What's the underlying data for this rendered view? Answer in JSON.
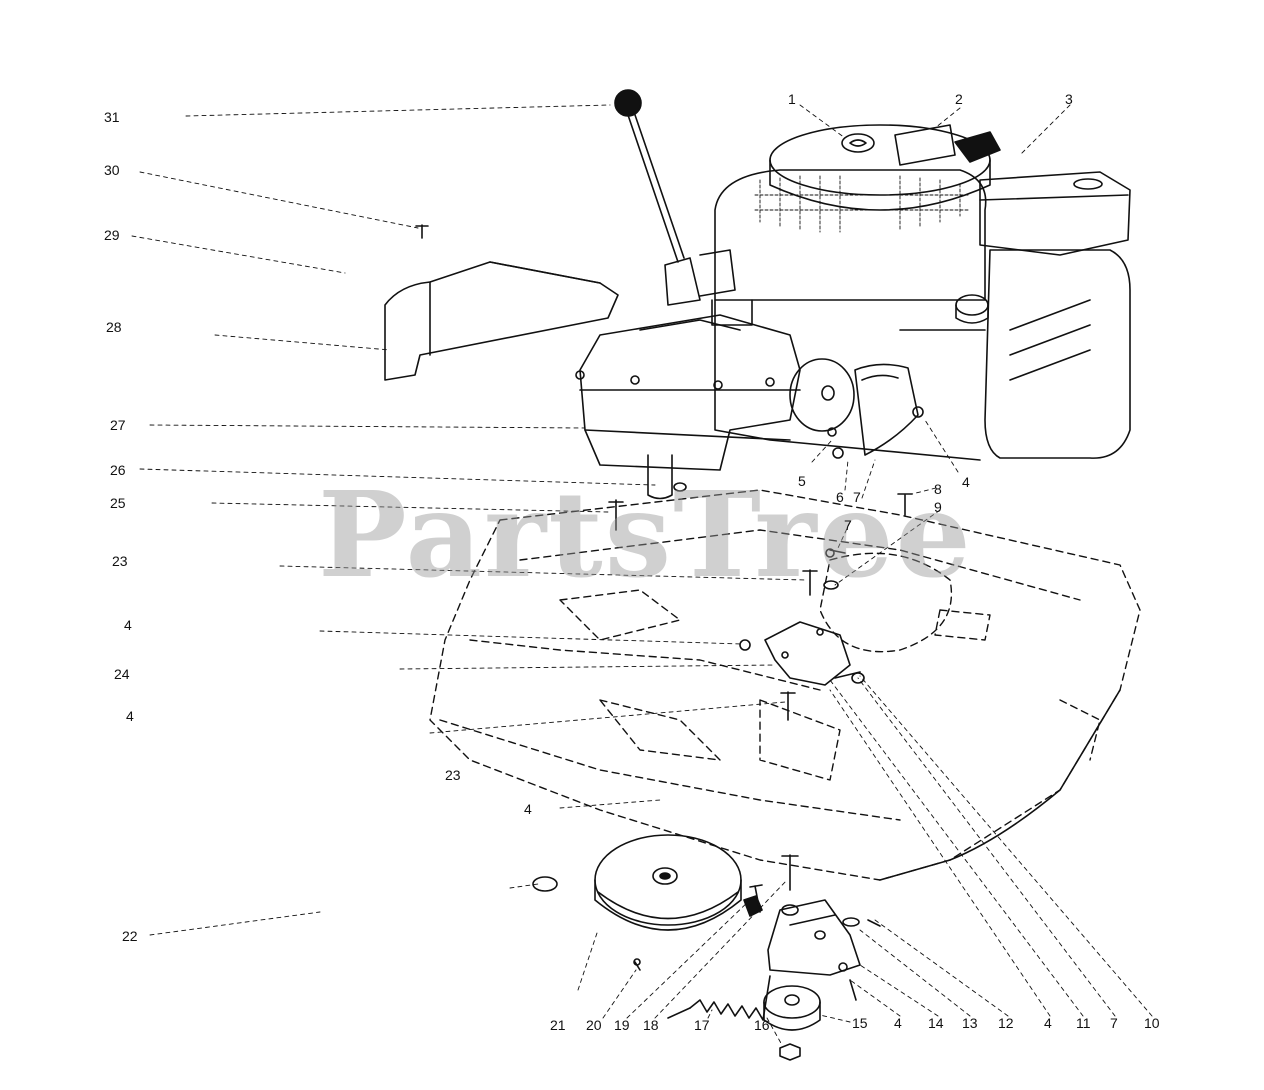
{
  "watermark": "PartsTree",
  "callouts": {
    "c1": "1",
    "c2": "2",
    "c3": "3",
    "c4a": "4",
    "c5": "5",
    "c6": "6",
    "c7a": "7",
    "c8": "8",
    "c9": "9",
    "c7b": "7",
    "c31": "31",
    "c30": "30",
    "c29": "29",
    "c28": "28",
    "c27": "27",
    "c26": "26",
    "c25": "25",
    "c23a": "23",
    "c4b": "4",
    "c24": "24",
    "c4c": "4",
    "c23b": "23",
    "c4d": "4",
    "c22": "22",
    "b21": "21",
    "b20": "20",
    "b19": "19",
    "b18": "18",
    "b17": "17",
    "b16": "16",
    "b15": "15",
    "b4": "4",
    "b14": "14",
    "b13": "13",
    "b12": "12",
    "b4b": "4",
    "b11": "11",
    "b7": "7",
    "b10": "10"
  },
  "colors": {
    "ink": "#111111",
    "watermark": "#9a9a9a",
    "background": "#ffffff"
  }
}
